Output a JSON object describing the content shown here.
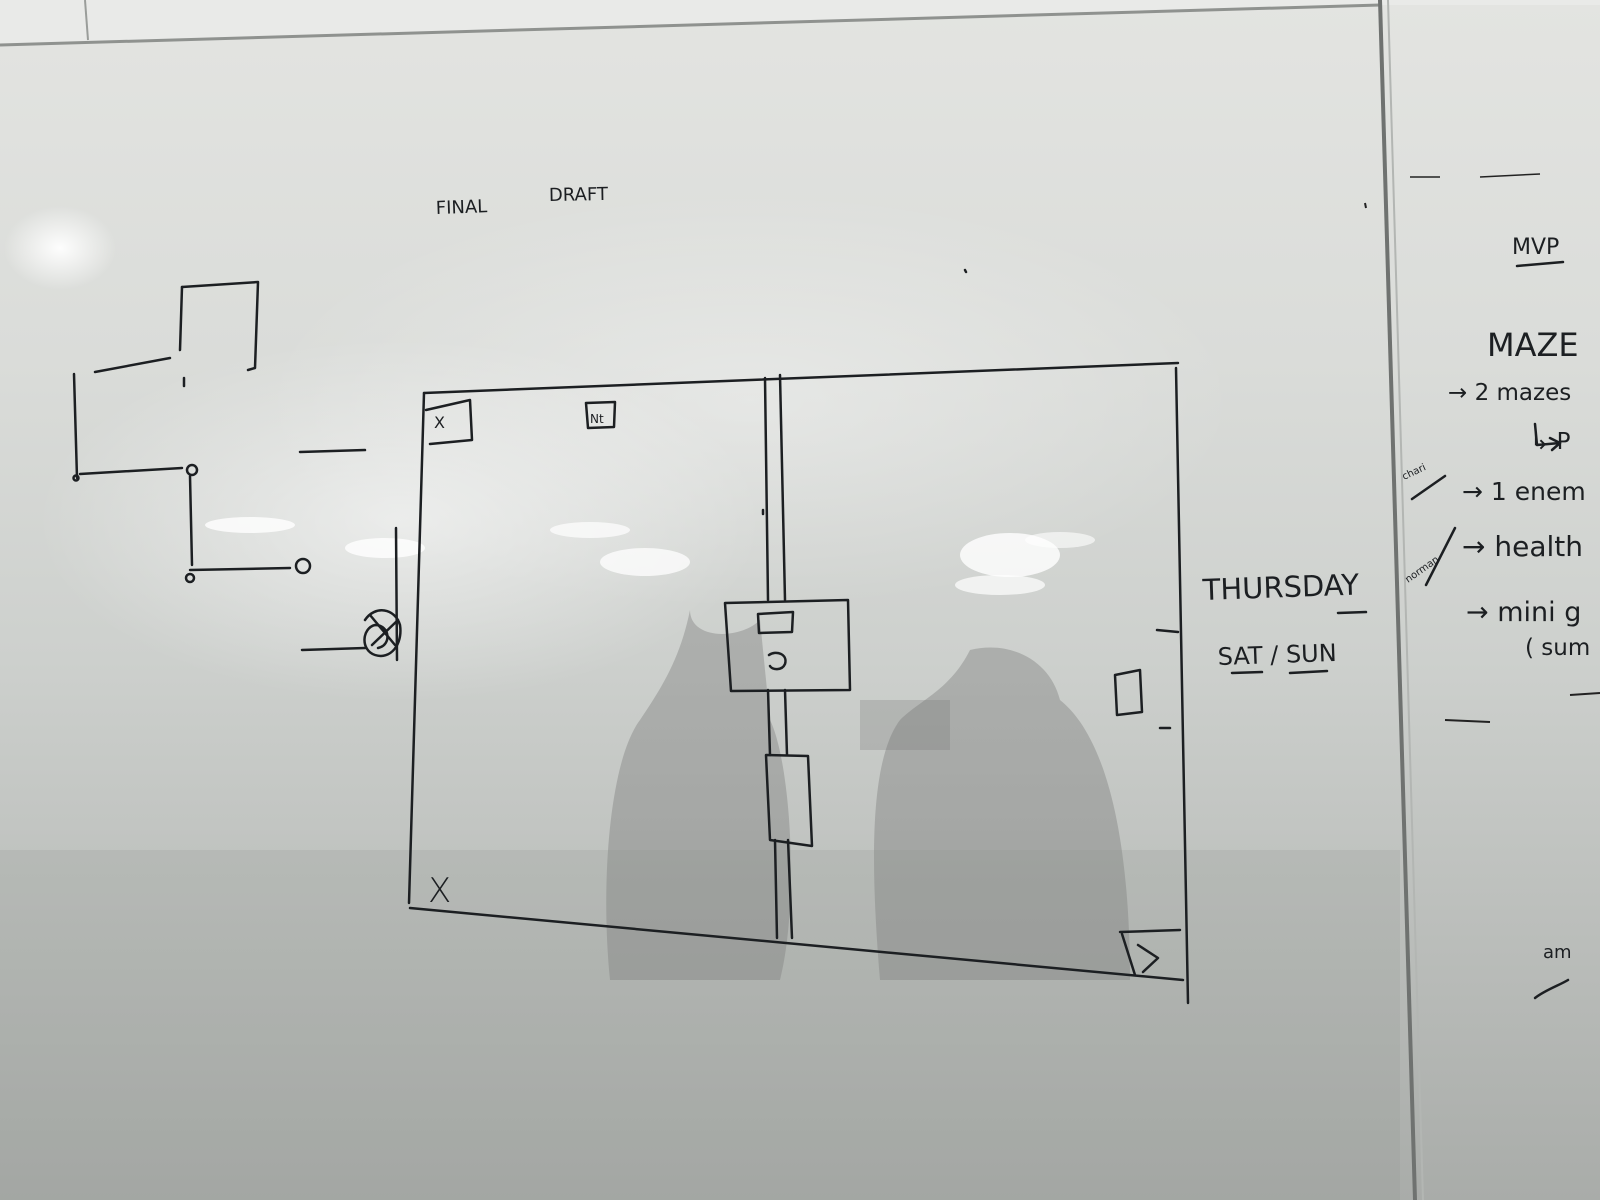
{
  "whiteboard": {
    "heading": {
      "word1": "FINAL",
      "word2": "DRAFT"
    },
    "map_cell_label": "Nt",
    "corner_marks": [
      "X",
      "X"
    ],
    "schedule": {
      "line1": "THURSDAY",
      "line2": "SAT / SUN"
    }
  },
  "right_panel": {
    "title": "MVP",
    "subtitle": "MAZE",
    "items": [
      "→ 2 mazes",
      "↳ P",
      "→ 1 enem",
      "→ health",
      "→ mini g",
      "( sum"
    ],
    "side_notes": [
      "chari",
      "norman",
      "am"
    ]
  },
  "colors": {
    "board": "#dfe1de",
    "marker": "#1c1f22",
    "frame": "#9ea19e"
  }
}
